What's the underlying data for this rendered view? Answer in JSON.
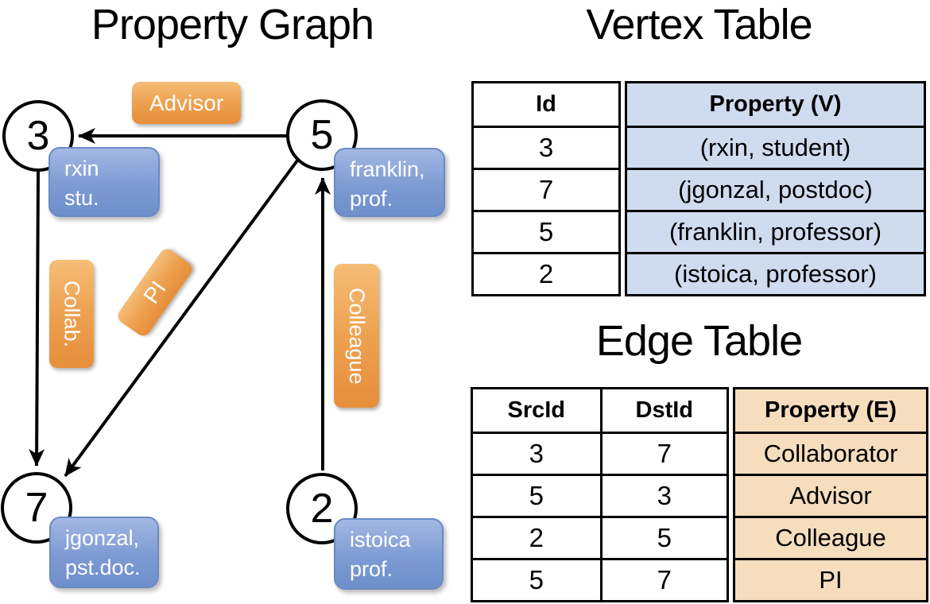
{
  "titles": {
    "graph": "Property Graph",
    "vertex_table": "Vertex Table",
    "edge_table": "Edge Table"
  },
  "graph": {
    "vertices": [
      {
        "id": "3",
        "prop_line1": "rxin",
        "prop_line2": "stu."
      },
      {
        "id": "5",
        "prop_line1": "franklin,",
        "prop_line2": "prof."
      },
      {
        "id": "7",
        "prop_line1": "jgonzal,",
        "prop_line2": "pst.doc."
      },
      {
        "id": "2",
        "prop_line1": "istoica",
        "prop_line2": "prof."
      }
    ],
    "edges": [
      {
        "src": "5",
        "dst": "3",
        "label": "Advisor"
      },
      {
        "src": "3",
        "dst": "7",
        "label": "Collab."
      },
      {
        "src": "5",
        "dst": "7",
        "label": "PI"
      },
      {
        "src": "2",
        "dst": "5",
        "label": "Colleague"
      }
    ]
  },
  "vertex_table": {
    "headers": {
      "id": "Id",
      "property": "Property (V)"
    },
    "rows": [
      {
        "id": "3",
        "property": "(rxin, student)"
      },
      {
        "id": "7",
        "property": "(jgonzal, postdoc)"
      },
      {
        "id": "5",
        "property": "(franklin, professor)"
      },
      {
        "id": "2",
        "property": "(istoica, professor)"
      }
    ]
  },
  "edge_table": {
    "headers": {
      "src": "SrcId",
      "dst": "DstId",
      "property": "Property (E)"
    },
    "rows": [
      {
        "src": "3",
        "dst": "7",
        "property": "Collaborator"
      },
      {
        "src": "5",
        "dst": "3",
        "property": "Advisor"
      },
      {
        "src": "2",
        "dst": "5",
        "property": "Colleague"
      },
      {
        "src": "5",
        "dst": "7",
        "property": "PI"
      }
    ]
  },
  "colors": {
    "edge_label_orange": "#eda150",
    "vertex_label_blue": "#7d9bd3",
    "vertex_prop_bg": "#cfdbef",
    "edge_prop_bg": "#f5ddbe",
    "line_black": "#000000",
    "node_fill": "#ffffff"
  }
}
